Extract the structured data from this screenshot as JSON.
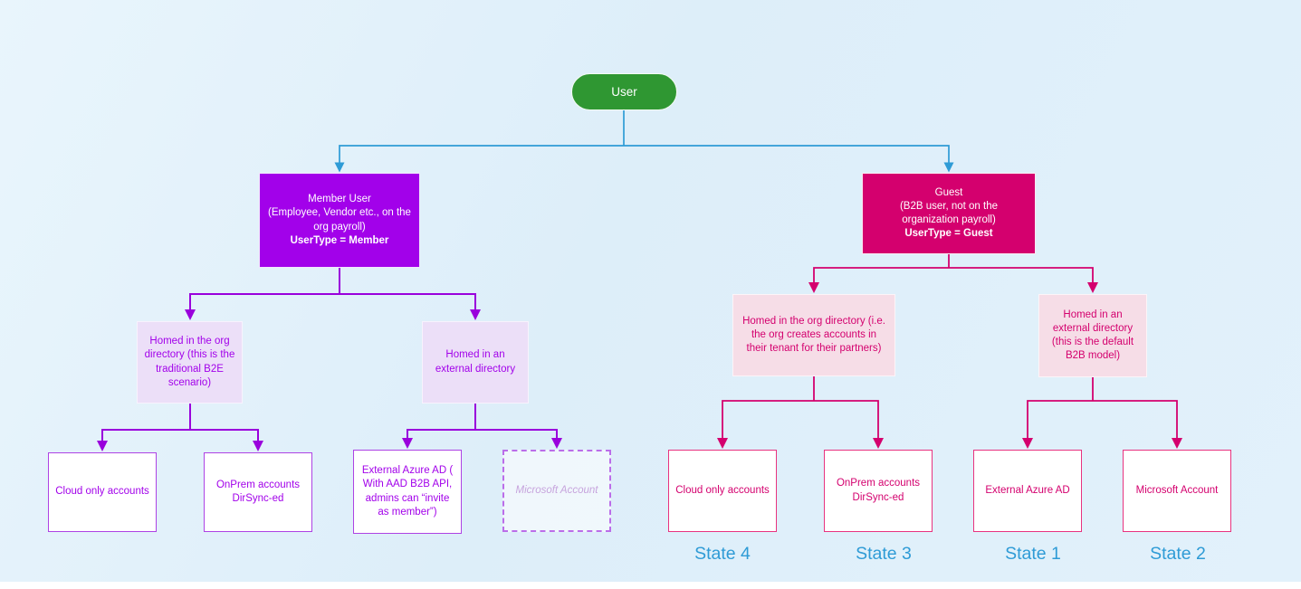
{
  "diagram": {
    "title_hint": "Azure AD user type / account homing decision tree",
    "colors": {
      "background": "#ddeef9",
      "user_green": "#2f9732",
      "member_purple": "#a201ea",
      "guest_magenta": "#d4006e",
      "connector_blue": "#2e9bd6",
      "lavender_fill": "#ecdff8",
      "pink_fill": "#f6dde7",
      "state_blue": "#2e9bd6"
    },
    "nodes": {
      "user": {
        "label": "User"
      },
      "member": {
        "title": "Member User",
        "subtitle": "(Employee, Vendor etc., on the org payroll)",
        "usertype": "UserType = Member"
      },
      "guest": {
        "title": "Guest",
        "subtitle": "(B2B user, not on the organization payroll)",
        "usertype": "UserType = Guest"
      },
      "member_org": {
        "label": "Homed in the org directory (this is the traditional B2E scenario)"
      },
      "member_ext": {
        "label": "Homed in an external directory"
      },
      "member_cloud": {
        "label": "Cloud only accounts"
      },
      "member_onprem": {
        "label": "OnPrem accounts DirSync-ed"
      },
      "member_ext_azure": {
        "label": "External Azure AD ( With AAD B2B API, admins can “invite as member”)"
      },
      "member_msa": {
        "label": "Microsoft Account"
      },
      "guest_org": {
        "label": "Homed in the org directory (i.e. the org creates accounts in their tenant for their partners)"
      },
      "guest_ext": {
        "label": "Homed in an external directory (this is the default B2B model)"
      },
      "guest_cloud": {
        "label": "Cloud only accounts"
      },
      "guest_onprem": {
        "label": "OnPrem accounts DirSync-ed"
      },
      "guest_ext_azure": {
        "label": "External Azure AD"
      },
      "guest_msa": {
        "label": "Microsoft Account"
      }
    },
    "states": {
      "under_guest_cloud": "State 4",
      "under_guest_onprem": "State 3",
      "under_guest_ext_azure": "State 1",
      "under_guest_msa": "State 2"
    }
  }
}
